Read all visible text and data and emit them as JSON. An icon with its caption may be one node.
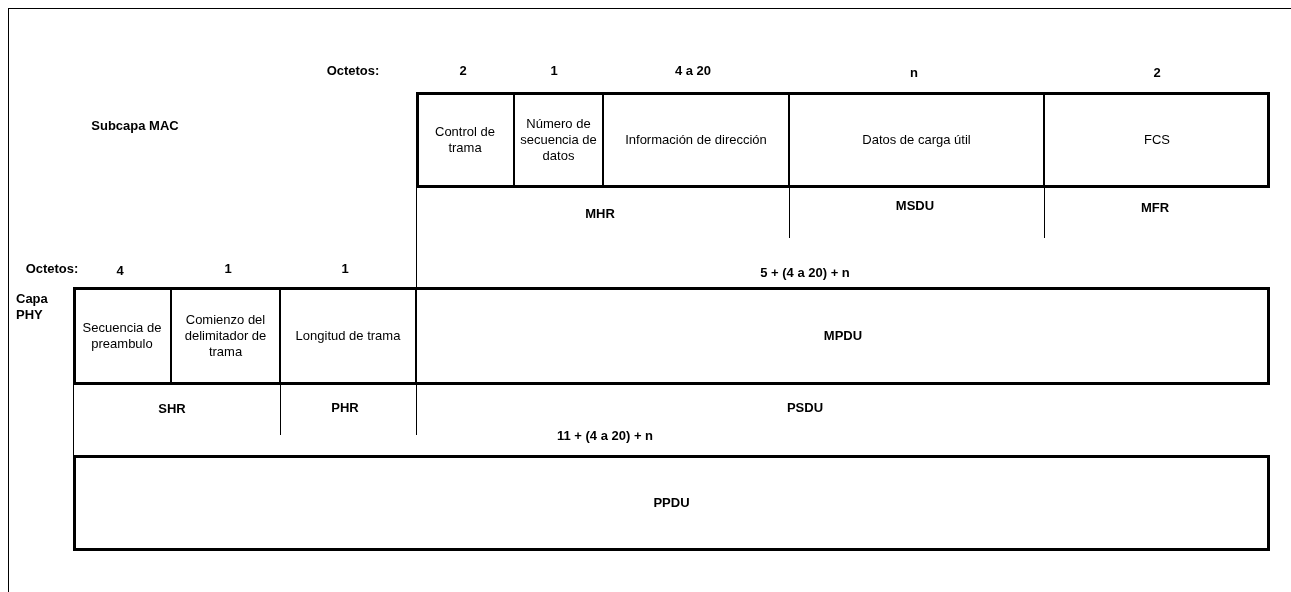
{
  "diagram": {
    "nodes": [
      {
        "text": [
          "Control de trama"
        ]
      },
      {
        "text": [
          "Número de secuencia de datos"
        ]
      },
      {
        "text": [
          "Información de dirección"
        ]
      },
      {
        "text": [
          "Datos de carga útil"
        ]
      },
      {
        "text": [
          "FCS"
        ]
      },
      {
        "text": [
          "Secuencia de preambulo"
        ]
      },
      {
        "text": [
          "Comienzo del delimitador de trama"
        ]
      },
      {
        "text": [
          "Longitud de trama"
        ]
      },
      {
        "text": [
          "MPDU"
        ]
      },
      {
        "text": [
          "PPDU"
        ]
      }
    ],
    "edges": [],
    "labels": [
      "Octetos:",
      "2",
      "1",
      "4 a 20",
      "n",
      "2",
      "Subcapa MAC",
      "MHR",
      "MSDU",
      "MFR",
      "Octetos:",
      "4",
      "1",
      "1",
      "5 + (4 a 20) + n",
      "Capa PHY",
      "SHR",
      "PHR",
      "PSDU",
      "11 + (4 a 20) + n"
    ]
  }
}
